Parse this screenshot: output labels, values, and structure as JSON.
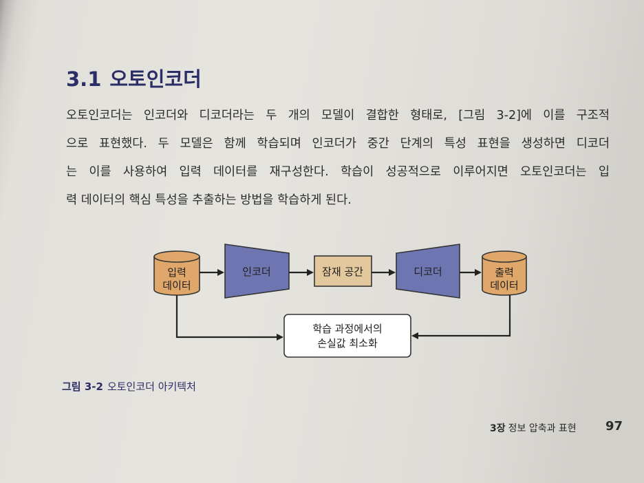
{
  "section": {
    "number": "3.1",
    "title": "오토인코더"
  },
  "paragraph_lines": [
    "오토인코더는 인코더와 디코더라는 두 개의 모델이 결합한 형태로, [그림 3-2]에 이를 구조적",
    "으로 표현했다. 두 모델은 함께 학습되며 인코더가 중간 단계의 특성 표현을 생성하면 디코더",
    "는 이를 사용하여 입력 데이터를 재구성한다. 학습이 성공적으로 이루어지면 오토인코더는 입",
    "력 데이터의 핵심 특성을 추출하는 방법을 학습하게 된다."
  ],
  "diagram": {
    "input": [
      "입력",
      "데이터"
    ],
    "encoder": "인코더",
    "latent": "잠재 공간",
    "decoder": "디코더",
    "output": [
      "출력",
      "데이터"
    ],
    "loss": [
      "학습 과정에서의",
      "손실값 최소화"
    ]
  },
  "caption": {
    "label": "그림 3-2",
    "text": "오토인코더 아키텍처"
  },
  "footer": {
    "chapter_num": "3장",
    "chapter_title": "정보 압축과 표현",
    "page": "97"
  },
  "colors": {
    "cylinder_fill": "#dfa769",
    "trapezoid_fill": "#6e76b2",
    "latent_fill": "#e2c89c",
    "title_color": "#2b2d66"
  }
}
